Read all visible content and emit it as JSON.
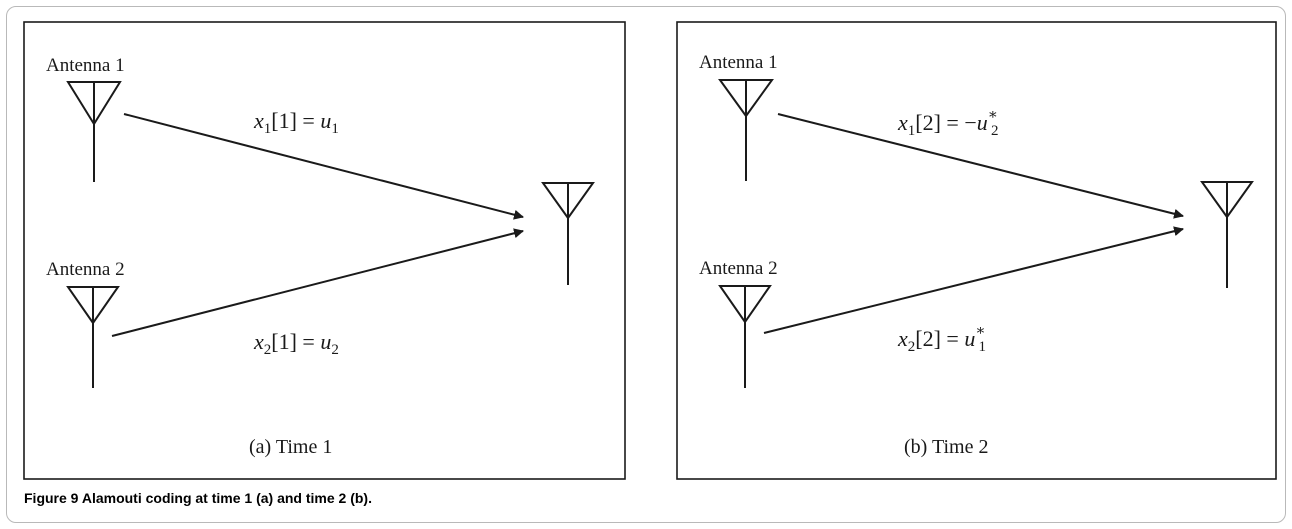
{
  "panels": [
    {
      "antenna1_label": "Antenna 1",
      "antenna2_label": "Antenna 2",
      "top_signal": {
        "lhs_var": "x",
        "lhs_sub": "1",
        "index": "[1]",
        "eq": " = ",
        "neg": "",
        "rhs_var": "u",
        "rhs_sub": "1",
        "rhs_sup": ""
      },
      "bottom_signal": {
        "lhs_var": "x",
        "lhs_sub": "2",
        "index": "[1]",
        "eq": " = ",
        "neg": "",
        "rhs_var": "u",
        "rhs_sub": "2",
        "rhs_sup": ""
      },
      "caption": "(a) Time 1"
    },
    {
      "antenna1_label": "Antenna 1",
      "antenna2_label": "Antenna 2",
      "top_signal": {
        "lhs_var": "x",
        "lhs_sub": "1",
        "index": "[2]",
        "eq": " = ",
        "neg": "−",
        "rhs_var": "u",
        "rhs_sub": "2",
        "rhs_sup": "∗"
      },
      "bottom_signal": {
        "lhs_var": "x",
        "lhs_sub": "2",
        "index": "[2]",
        "eq": " = ",
        "neg": "",
        "rhs_var": "u",
        "rhs_sub": "1",
        "rhs_sup": "∗"
      },
      "caption": "(b) Time 2"
    }
  ],
  "figure_caption": {
    "label": "Figure 9",
    "text": " Alamouti coding at time 1 (a) and time 2 (b)."
  }
}
